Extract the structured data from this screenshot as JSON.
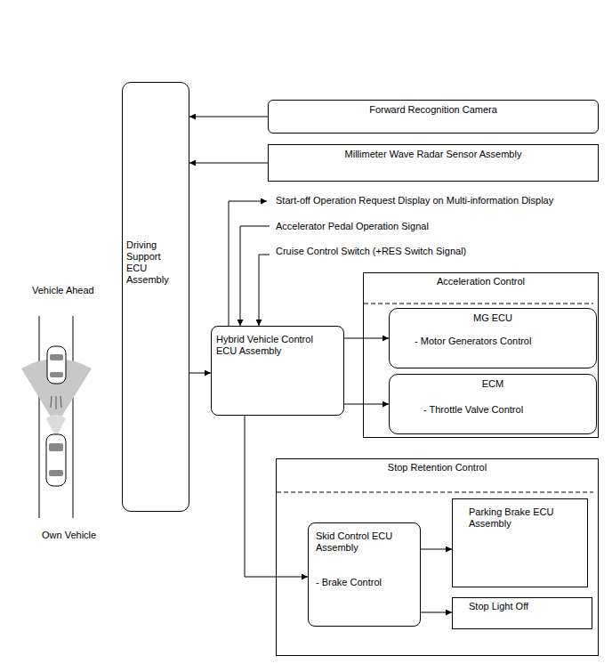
{
  "diagram": {
    "nodes": [
      {
        "text": [
          "Driving Support ECU Assembly"
        ]
      },
      {
        "text": [
          "Forward Recognition Camera"
        ]
      },
      {
        "text": [
          "Millimeter Wave Radar Sensor Assembly"
        ]
      },
      {
        "text": [
          "Hybrid Vehicle Control ECU Assembly"
        ]
      },
      {
        "text": [
          "Acceleration Control"
        ]
      },
      {
        "text": [
          "MG ECU",
          "- Motor Generators Control"
        ],
        "in": 4
      },
      {
        "text": [
          "ECM",
          "- Throttle Valve Control"
        ],
        "in": 4
      },
      {
        "text": [
          "Stop Retention Control"
        ]
      },
      {
        "text": [
          "Skid Control ECU Assembly",
          "- Brake Control"
        ],
        "in": 7
      },
      {
        "text": [
          "Parking Brake ECU Assembly"
        ],
        "in": 7
      },
      {
        "text": [
          "Stop Light Off"
        ],
        "in": 7
      }
    ],
    "edges": [
      {
        "from": 1,
        "to": 0,
        "arrow": "to"
      },
      {
        "from": 2,
        "to": 0,
        "arrow": "to"
      },
      {
        "from": 0,
        "to": 3,
        "arrow": "to"
      },
      {
        "from": 3,
        "to": 5,
        "arrow": "to"
      },
      {
        "from": 3,
        "to": 6,
        "arrow": "to"
      },
      {
        "from": 3,
        "to": 8,
        "arrow": "to"
      },
      {
        "from": 8,
        "to": 9,
        "arrow": "to"
      },
      {
        "from": 8,
        "to": 10,
        "arrow": "to"
      }
    ],
    "labels": [
      "Start-off Operation Request Display on Multi-information Display",
      "Accelerator Pedal Operation Signal",
      "Cruise Control Switch (+RES Switch Signal)",
      "Vehicle Ahead",
      "Own Vehicle"
    ]
  }
}
